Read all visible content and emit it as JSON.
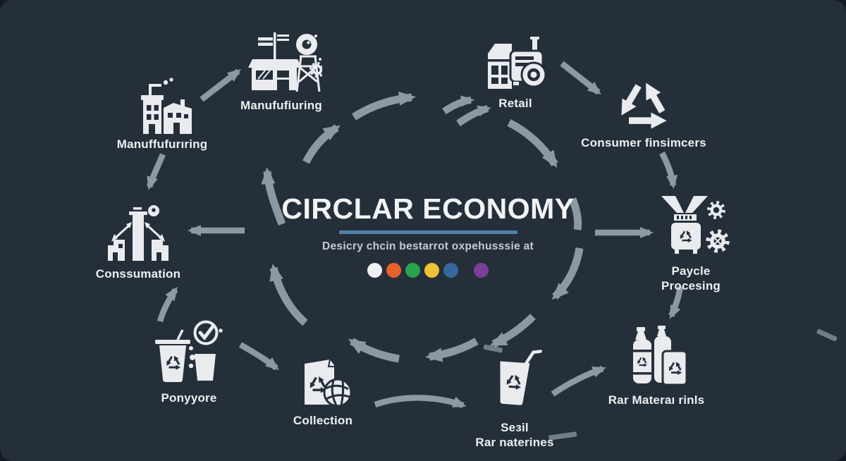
{
  "frame": {
    "background": "#252f3a",
    "outer_background": "#141a22"
  },
  "center": {
    "title": "CIRCLAR ECONOMY",
    "subtitle": "Desicry chcin bestarrot oxpehusssie at",
    "underline_color": "#4f82ab",
    "underline_style": "background:#4f82ab",
    "dot_colors": [
      "#f1f1f1",
      "#e7622b",
      "#28a34e",
      "#efc236",
      "#35689d",
      "#7b3e99"
    ],
    "dot_styles": [
      "background:#f1f1f1",
      "background:#e7622b",
      "background:#28a34e",
      "background:#efc236",
      "background:#35689d",
      "background:#7b3e99"
    ]
  },
  "arrows": {
    "color": "#8d99a2",
    "direction": "clockwise"
  },
  "nodes": {
    "manufacturing_a": {
      "label": "Manuffufurıring",
      "icon": "factory-icon"
    },
    "manufacturing_b": {
      "label": "Manufufiuring",
      "icon": "workshop-tower-gear-icon"
    },
    "retail": {
      "label": "Retail",
      "icon": "carton-register-icon"
    },
    "consumer": {
      "label": "Consumer finsimcers",
      "icon": "recycle-arrows-icon"
    },
    "recycle_processing": {
      "label": "Paycle",
      "label2": "Procesing",
      "icon": "shredder-gears-icon"
    },
    "raw_materials": {
      "label": "Rar Materaı rinls",
      "icon": "bottles-recycle-icon"
    },
    "sorting": {
      "label": "Seзil",
      "label2": "Rar naterines",
      "icon": "bin-straw-recycle-icon"
    },
    "collection": {
      "label": "Collection",
      "icon": "bag-ball-recycle-icon"
    },
    "reuse": {
      "label": "Ponyyore",
      "icon": "cups-check-icon"
    },
    "consumption": {
      "label": "Conssumation",
      "icon": "distribution-building-icon"
    }
  }
}
